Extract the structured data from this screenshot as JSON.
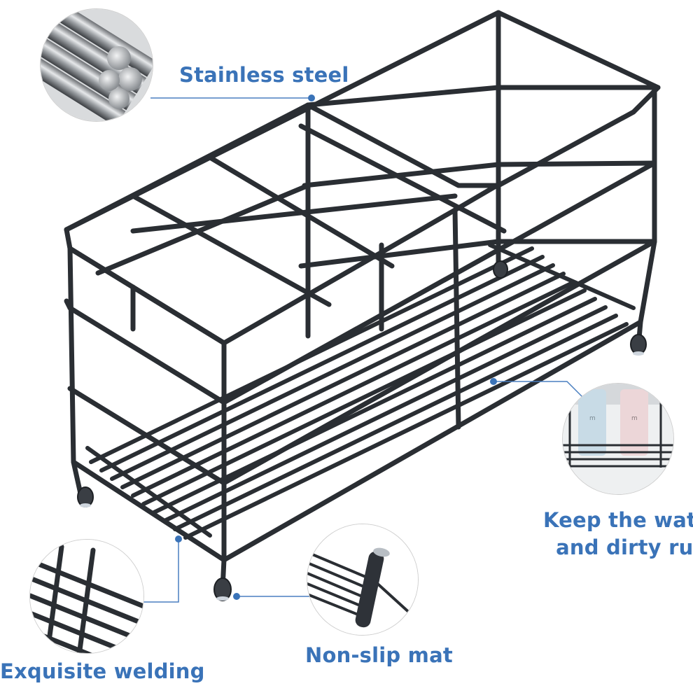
{
  "colors": {
    "accent": "#3a73b8",
    "wire": "#2a2e33",
    "leader": "#4a7fc0"
  },
  "labels": {
    "stainless_steel": "Stainless steel",
    "keep_water_line1": "Keep the water",
    "keep_water_line2": "and dirty run",
    "exquisite_welding": "Exquisite welding",
    "non_slip_mat": "Non-slip mat"
  }
}
